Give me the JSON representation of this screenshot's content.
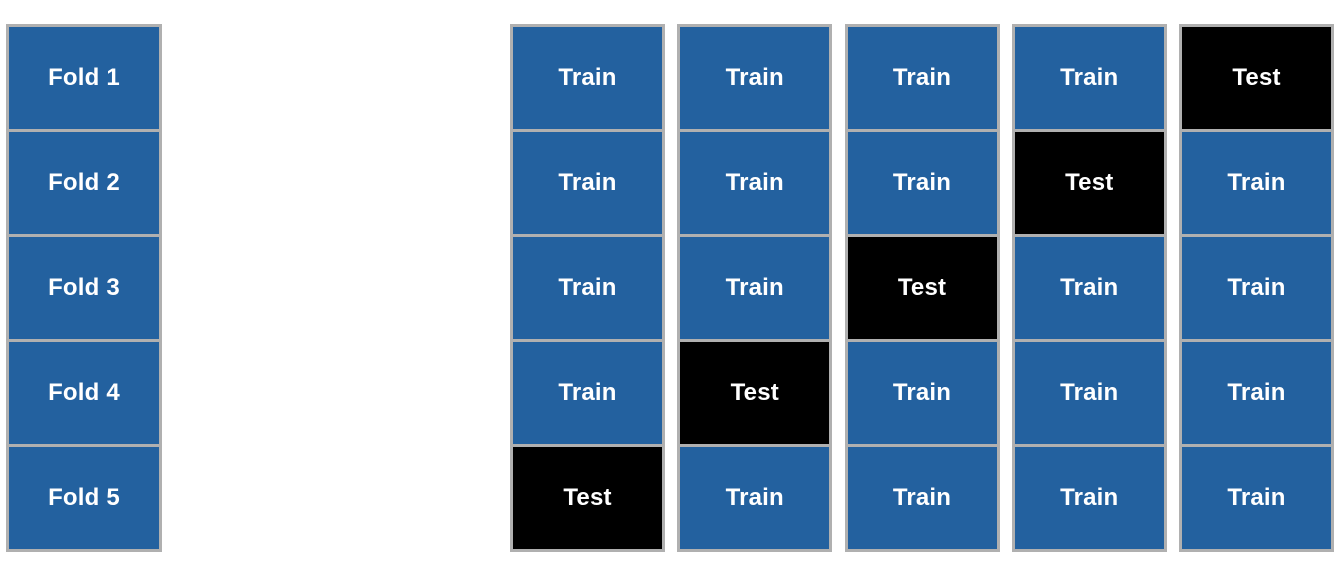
{
  "diagram": {
    "type": "k-fold-cross-validation",
    "background_color": "#ffffff",
    "train_color": "#23619f",
    "test_color": "#000000",
    "border_color": "#b0b0b0",
    "text_color": "#ffffff",
    "fold_count": 5,
    "split_count": 5
  },
  "fold_column": {
    "items": [
      {
        "label": "Fold 1"
      },
      {
        "label": "Fold 2"
      },
      {
        "label": "Fold 3"
      },
      {
        "label": "Fold 4"
      },
      {
        "label": "Fold 5"
      }
    ]
  },
  "split_grid": {
    "columns": [
      {
        "index": 1,
        "cells": [
          {
            "label": "Train",
            "role": "train"
          },
          {
            "label": "Train",
            "role": "train"
          },
          {
            "label": "Train",
            "role": "train"
          },
          {
            "label": "Train",
            "role": "train"
          },
          {
            "label": "Test",
            "role": "test"
          }
        ]
      },
      {
        "index": 2,
        "cells": [
          {
            "label": "Train",
            "role": "train"
          },
          {
            "label": "Train",
            "role": "train"
          },
          {
            "label": "Train",
            "role": "train"
          },
          {
            "label": "Test",
            "role": "test"
          },
          {
            "label": "Train",
            "role": "train"
          }
        ]
      },
      {
        "index": 3,
        "cells": [
          {
            "label": "Train",
            "role": "train"
          },
          {
            "label": "Train",
            "role": "train"
          },
          {
            "label": "Test",
            "role": "test"
          },
          {
            "label": "Train",
            "role": "train"
          },
          {
            "label": "Train",
            "role": "train"
          }
        ]
      },
      {
        "index": 4,
        "cells": [
          {
            "label": "Train",
            "role": "train"
          },
          {
            "label": "Test",
            "role": "test"
          },
          {
            "label": "Train",
            "role": "train"
          },
          {
            "label": "Train",
            "role": "train"
          },
          {
            "label": "Train",
            "role": "train"
          }
        ]
      },
      {
        "index": 5,
        "cells": [
          {
            "label": "Test",
            "role": "test"
          },
          {
            "label": "Train",
            "role": "train"
          },
          {
            "label": "Train",
            "role": "train"
          },
          {
            "label": "Train",
            "role": "train"
          },
          {
            "label": "Train",
            "role": "train"
          }
        ]
      }
    ]
  }
}
